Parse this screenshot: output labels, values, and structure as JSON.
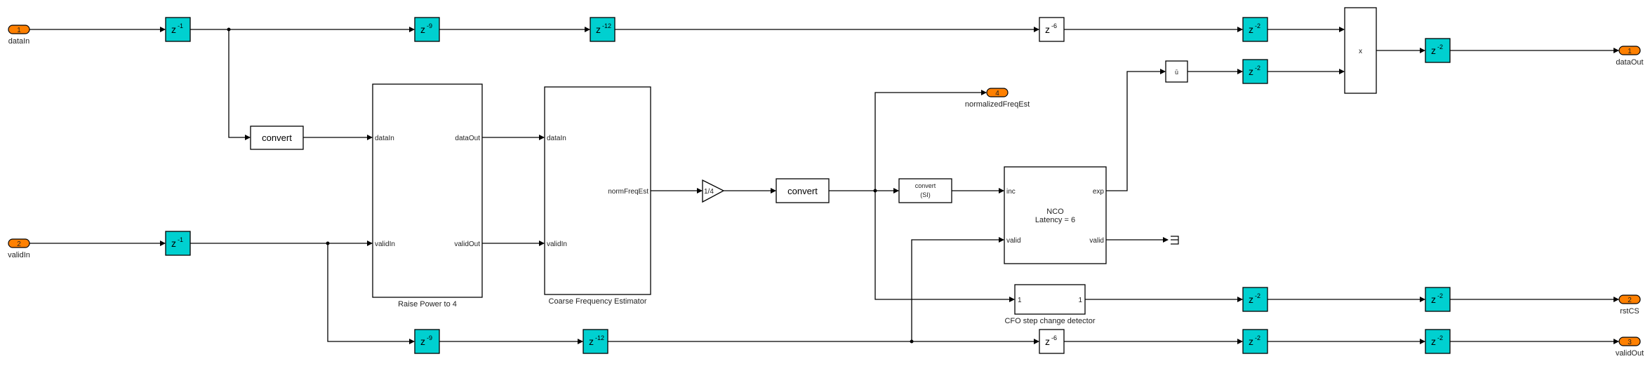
{
  "diagram": {
    "inports": [
      {
        "number": "1",
        "name": "dataIn"
      },
      {
        "number": "2",
        "name": "validIn"
      }
    ],
    "outports": [
      {
        "number": "1",
        "name": "dataOut"
      },
      {
        "number": "2",
        "name": "rstCS"
      },
      {
        "number": "3",
        "name": "validOut"
      },
      {
        "number": "4",
        "name": "normalizedFreqEst"
      }
    ],
    "delays": {
      "data_in_z1": "-1",
      "data_z9": "-9",
      "data_z12": "-12",
      "data_z6": "-6",
      "data_z2_a": "-2",
      "conj_z2": "-2",
      "prod_z2": "-2",
      "valid_in_z1": "-1",
      "valid_z9": "-9",
      "valid_z12": "-12",
      "valid_z6": "-6",
      "valid_z2_a": "-2",
      "valid_z2_b": "-2",
      "rst_z2_a": "-2",
      "rst_z2_b": "-2"
    },
    "z_label": "z",
    "convert1_label": "convert",
    "convert2_label": "convert",
    "convert_si": {
      "line1": "convert",
      "line2": "(SI)"
    },
    "gain_label": "1/4",
    "raise_power": {
      "name": "Raise Power to 4",
      "in_ports": [
        "dataIn",
        "validIn"
      ],
      "out_ports": [
        "dataOut",
        "validOut"
      ]
    },
    "coarse_est": {
      "name": "Coarse Frequency Estimator",
      "in_ports": [
        "dataIn",
        "validIn"
      ],
      "out_ports": [
        "normFreqEst"
      ]
    },
    "nco": {
      "line1": "NCO",
      "line2": "Latency = 6",
      "in_ports": [
        "inc",
        "valid"
      ],
      "out_ports": [
        "exp",
        "valid"
      ]
    },
    "cfo": {
      "name": "CFO step change detector",
      "in_port": "1",
      "out_port": "1"
    },
    "conj_label": "ū",
    "product_label": "x"
  }
}
